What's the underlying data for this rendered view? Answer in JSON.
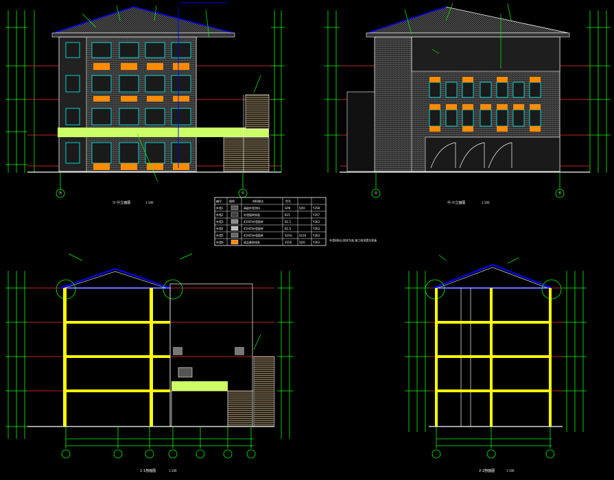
{
  "colors": {
    "background": "#000000",
    "dimension": "#00ff00",
    "level_line": "#ff3030",
    "roof": "#0000ff",
    "wall": "#aaaaaa",
    "window": "#00ffff",
    "accent_orange": "#ff8c00",
    "slab_yellow": "#ffff00",
    "band_green": "#ccff66",
    "white": "#ffffff"
  },
  "icons": [
    "grid-axis-bubble-icon",
    "level-marker-icon",
    "detail-callout-circle-icon"
  ],
  "drawings": {
    "front_elevation": {
      "title": "①-⑭立面图",
      "scale": "1:100"
    },
    "side_elevation": {
      "title": "⑭-①立面图",
      "scale": "1:100"
    },
    "section_1": {
      "title": "1-1剖面图",
      "scale": "1:100"
    },
    "section_2": {
      "title": "2-2剖面图",
      "scale": "1:100"
    }
  },
  "material_legend": {
    "header": [
      "编号",
      "图例",
      "材料做法",
      "色号",
      "",
      ""
    ],
    "rows": [
      [
        "外墙1",
        "",
        "高级外墙涂料",
        "GP8",
        "5J50",
        "Y258"
      ],
      [
        "外墙2",
        "",
        "外墙面砖饰面",
        "B15",
        "",
        "Y257"
      ],
      [
        "外墙3",
        "",
        "45X45外墙瓷砖",
        "B1.5",
        "",
        "Y263"
      ],
      [
        "外墙4",
        "",
        "45X45外墙瓷砖",
        "B1.5",
        "",
        "Y263"
      ],
      [
        "外墙5",
        "",
        "45X45外墙瓷砖",
        "S2SG",
        "S216",
        "Y263"
      ],
      [
        "外墙6",
        "",
        "成品装饰线条",
        "2S50",
        "5J50",
        "Y263"
      ]
    ],
    "note": "外墙材料以实样为准    施工前须提交样板"
  }
}
